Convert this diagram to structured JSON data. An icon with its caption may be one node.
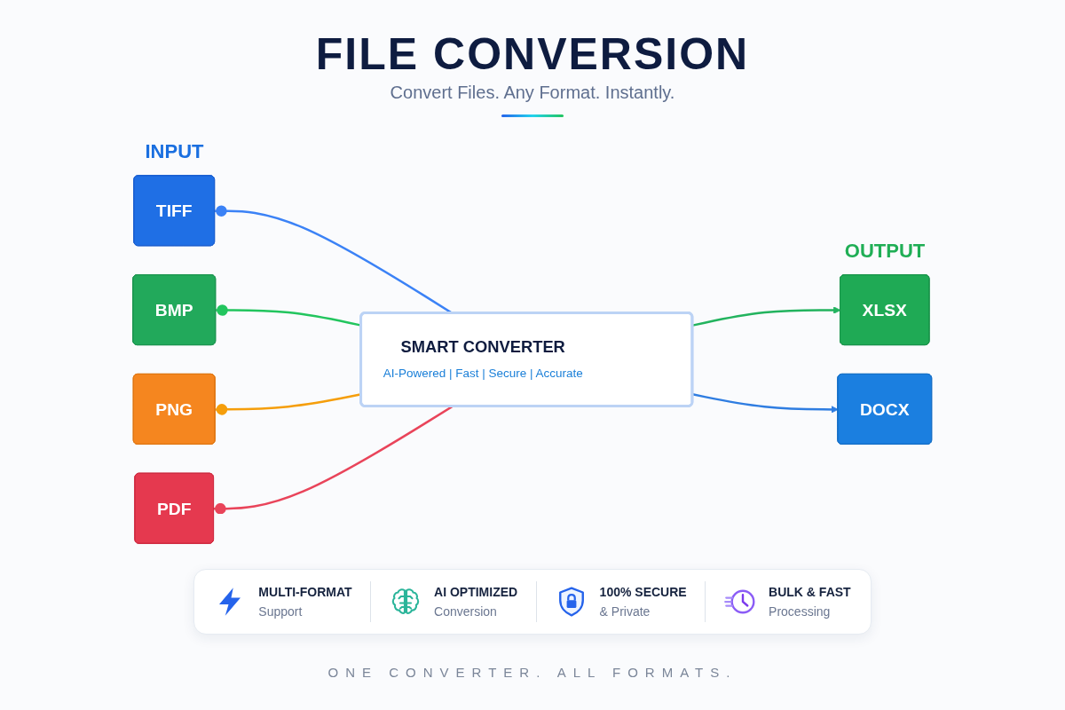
{
  "diagram": {
    "title": "FILE CONVERSION",
    "caption": "ONE CONVERTER. ALL FORMATS.",
    "nodes": [
      {
        "text": [
          "TIFF"
        ]
      },
      {
        "text": [
          "BMP"
        ]
      },
      {
        "text": [
          "PNG"
        ]
      },
      {
        "text": [
          "PDF"
        ]
      },
      {
        "text": [
          "SMART CONVERTER",
          "AI-Powered | Fast | Secure | Accurate"
        ]
      },
      {
        "text": [
          "XLSX"
        ]
      },
      {
        "text": [
          "DOCX"
        ]
      }
    ],
    "edges": [
      {
        "from": 0,
        "to": 4,
        "arrow": "other",
        "color": "#3b82f6"
      },
      {
        "from": 1,
        "to": 4,
        "arrow": "other",
        "color": "#22c55e"
      },
      {
        "from": 2,
        "to": 4,
        "arrow": "other",
        "color": "#f59e0b"
      },
      {
        "from": 3,
        "to": 4,
        "arrow": "other",
        "color": "#e9445a"
      },
      {
        "from": 4,
        "to": 5,
        "arrow": "to",
        "color": "#22b35e"
      },
      {
        "from": 4,
        "to": 6,
        "arrow": "to",
        "color": "#2f7de1"
      }
    ],
    "labels": [
      "Convert Files. Any Format. Instantly.",
      "INPUT",
      "OUTPUT",
      "MULTI-FORMAT",
      "Support",
      "AI OPTIMIZED",
      "Conversion",
      "100% SECURE",
      "& Private",
      "BULK & FAST",
      "Processing"
    ]
  }
}
